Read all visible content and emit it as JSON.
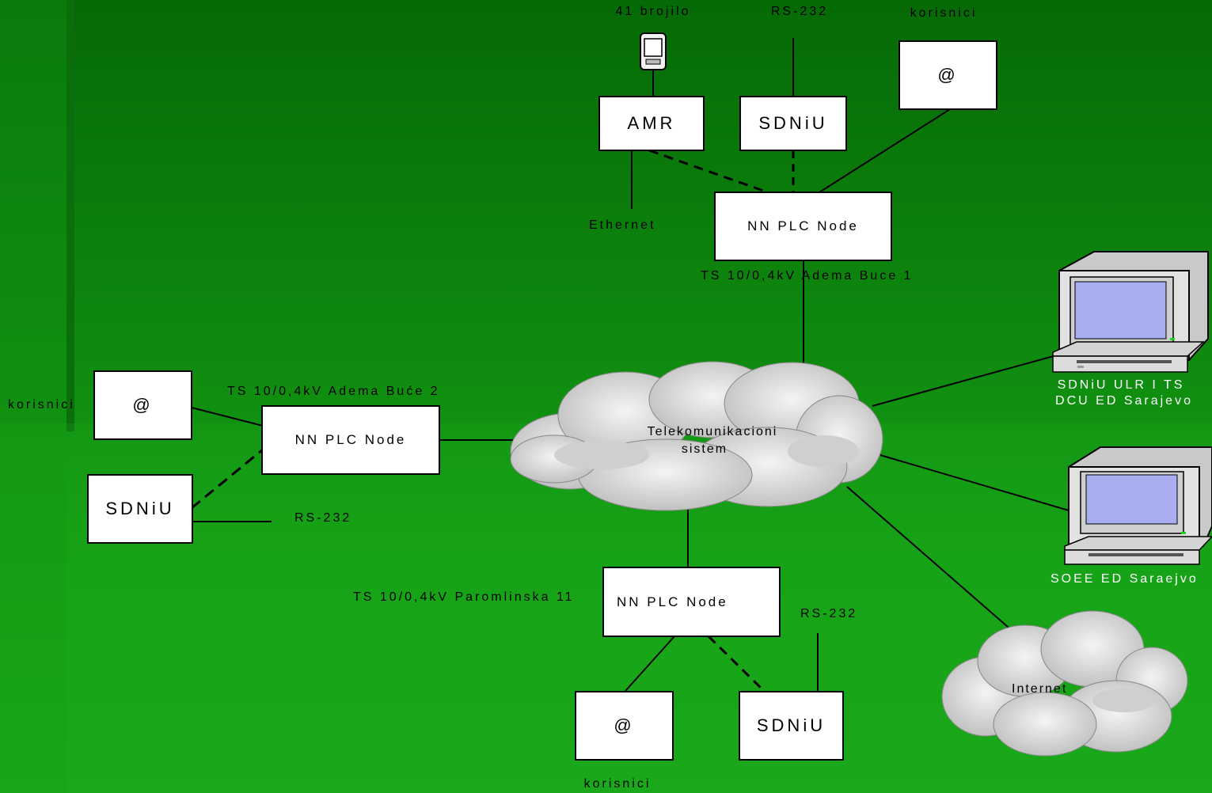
{
  "diagram": {
    "top_labels": {
      "brojila": "41 brojilo",
      "rs232_top": "RS-232",
      "korisnici_top": "korisnici"
    },
    "nodes": {
      "amr": "AMR",
      "sdniu_top": "SDNiU",
      "at_top": "@",
      "nn_node_top": "NN PLC Node",
      "at_left": "@",
      "nn_node_left": "NN PLC Node",
      "sdniu_left": "SDNiU",
      "nn_node_bottom": "NN PLC Node",
      "at_bottom": "@",
      "sdniu_bottom": "SDNiU"
    },
    "labels": {
      "ethernet": "Ethernet",
      "ts_top": "TS 10/0,4kV Adema Buce 1",
      "ts_left": "TS 10/0,4kV Adema Buće 2",
      "korisnici_left": "korisnici",
      "rs232_left": "RS-232",
      "ts_bottom": "TS 10/0,4kV Paromlinska 11",
      "rs232_bottom": "RS-232",
      "korisnici_bottom": "korisnici",
      "computer1_line1": "SDNiU ULR I TS",
      "computer1_line2": "DCU ED Sarajevo",
      "computer2": "SOEE ED Saraejvo"
    },
    "clouds": {
      "telecom_line1": "Telekomunikacioni",
      "telecom_line2": "sistem",
      "internet": "Internet"
    }
  }
}
